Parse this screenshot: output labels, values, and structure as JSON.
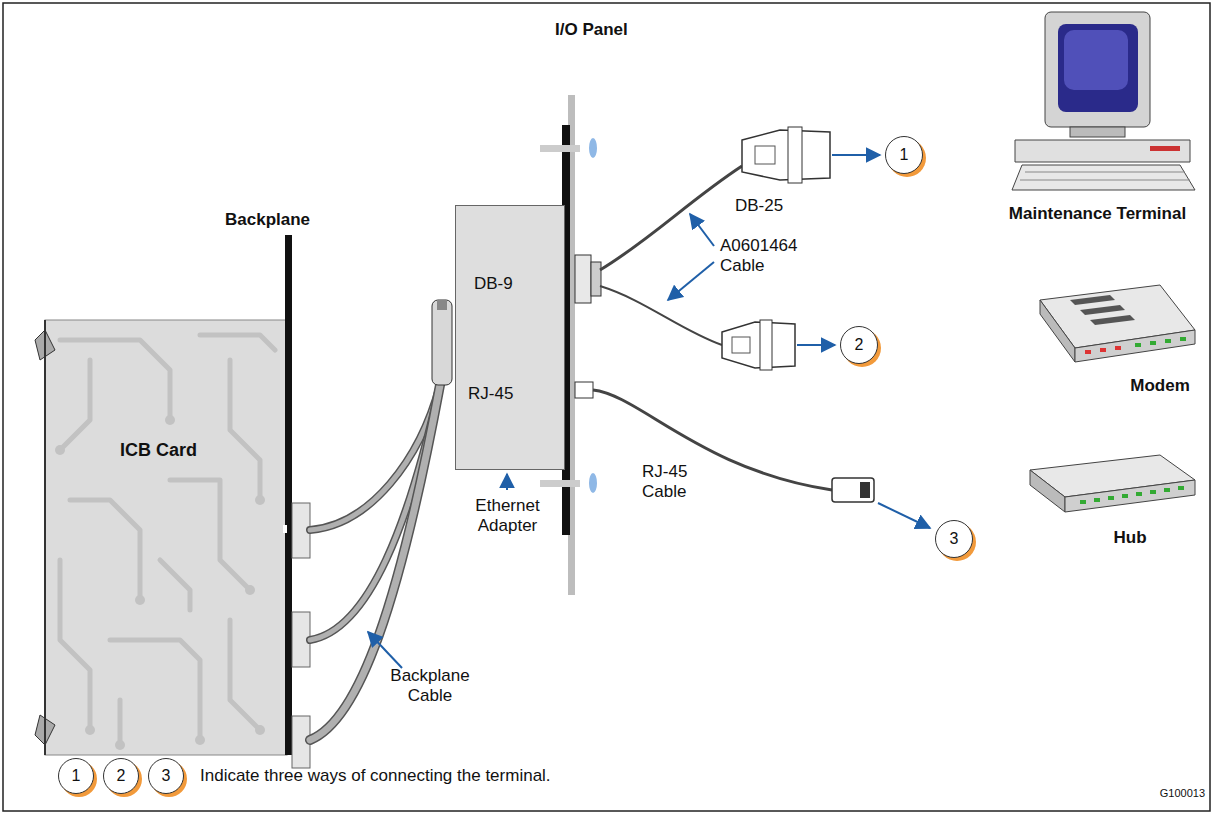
{
  "diagram": {
    "nodes": [
      {
        "text": [
          "ICB Card"
        ]
      },
      {
        "text": [
          "DB-9",
          "RJ-45"
        ]
      },
      {
        "text": [
          "1"
        ]
      },
      {
        "text": [
          "2"
        ]
      },
      {
        "text": [
          "3"
        ]
      },
      {
        "text": [
          "1"
        ]
      },
      {
        "text": [
          "2"
        ]
      },
      {
        "text": [
          "3"
        ]
      }
    ],
    "labels": [
      "I/O Panel",
      "Backplane",
      "DB-25",
      "A0601464 Cable",
      "RJ-45 Cable",
      "Ethernet Adapter",
      "Backplane Cable",
      "Maintenance Terminal",
      "Modem",
      "Hub",
      "Indicate three ways of connecting the terminal.",
      "G100013"
    ]
  }
}
